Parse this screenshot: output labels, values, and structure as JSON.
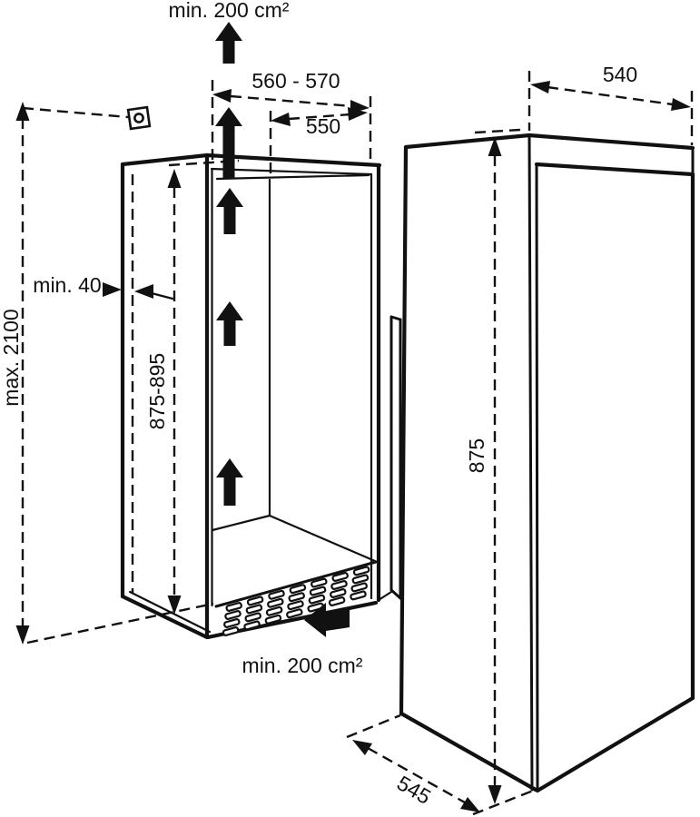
{
  "diagram": {
    "labels": {
      "top_vent": "min. 200 cm²",
      "niche_width": "560 - 570",
      "niche_depth": "550",
      "appliance_width": "540",
      "wall_thickness": "min. 40",
      "max_height": "max. 2100",
      "niche_height": "875-895",
      "appliance_height": "875",
      "bottom_vent": "min. 200 cm²",
      "appliance_depth": "545"
    },
    "colors": {
      "line": "#111111",
      "background": "#ffffff"
    }
  }
}
